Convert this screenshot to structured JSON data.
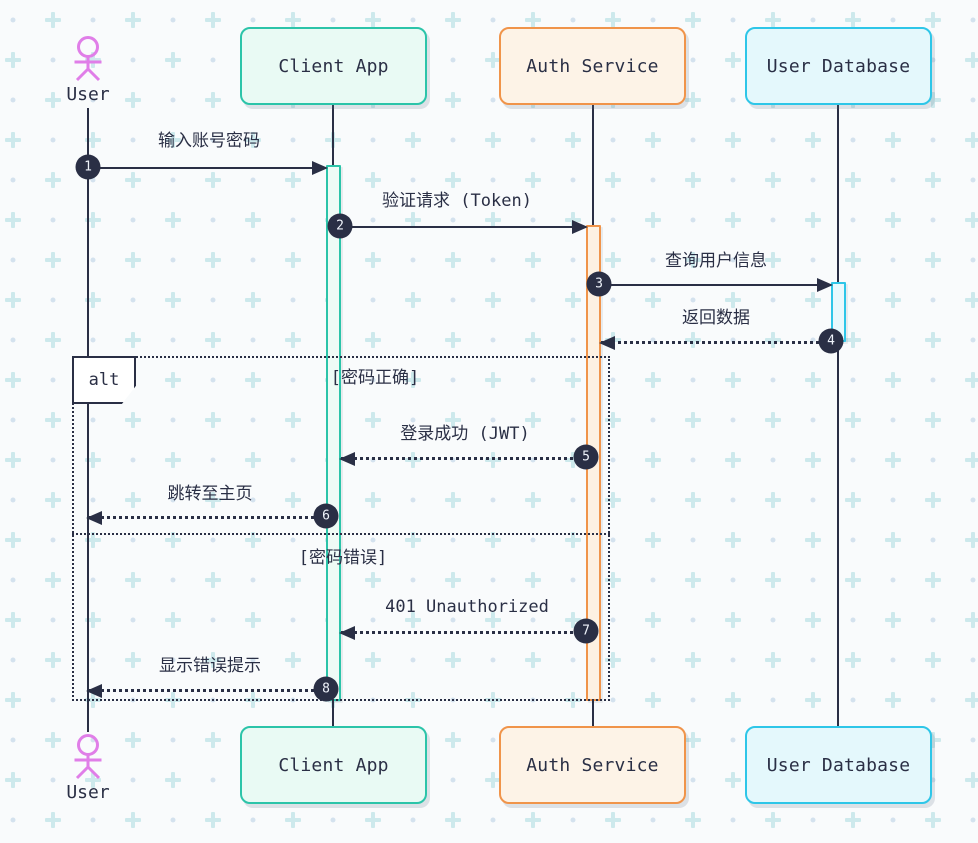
{
  "diagram": {
    "type": "sequence",
    "actors": [
      {
        "id": "user",
        "label": "User",
        "kind": "actor",
        "color": "#e07ee8"
      },
      {
        "id": "client-app",
        "label": "Client App",
        "kind": "participant",
        "border": "#2cc4a9",
        "fill": "#e9faf4"
      },
      {
        "id": "auth-service",
        "label": "Auth Service",
        "kind": "participant",
        "border": "#f0944a",
        "fill": "#fdf3e7"
      },
      {
        "id": "user-database",
        "label": "User Database",
        "kind": "participant",
        "border": "#2ec6e8",
        "fill": "#e4f8fc"
      }
    ],
    "messages": [
      {
        "num": "1",
        "label": "输入账号密码",
        "from": "User",
        "to": "Client App",
        "line": "solid"
      },
      {
        "num": "2",
        "label": "验证请求 (Token)",
        "from": "Client App",
        "to": "Auth Service",
        "line": "solid"
      },
      {
        "num": "3",
        "label": "查询用户信息",
        "from": "Auth Service",
        "to": "User Database",
        "line": "solid"
      },
      {
        "num": "4",
        "label": "返回数据",
        "from": "User Database",
        "to": "Auth Service",
        "line": "dashed"
      },
      {
        "num": "5",
        "label": "登录成功 (JWT)",
        "from": "Auth Service",
        "to": "Client App",
        "line": "dashed"
      },
      {
        "num": "6",
        "label": "跳转至主页",
        "from": "Client App",
        "to": "User",
        "line": "dashed"
      },
      {
        "num": "7",
        "label": "401 Unauthorized",
        "from": "Auth Service",
        "to": "Client App",
        "line": "dashed"
      },
      {
        "num": "8",
        "label": "显示错误提示",
        "from": "Client App",
        "to": "User",
        "line": "dashed"
      }
    ],
    "alt_frame": {
      "label": "alt",
      "guards": [
        "[密码正确]",
        "[密码错误]"
      ]
    },
    "colors": {
      "ink": "#2a2f45",
      "background": "#f9fbfc",
      "pattern_plus": "#cde9ec",
      "pattern_dot": "#d4e2ee",
      "number_circle": "#2a2f45"
    }
  }
}
